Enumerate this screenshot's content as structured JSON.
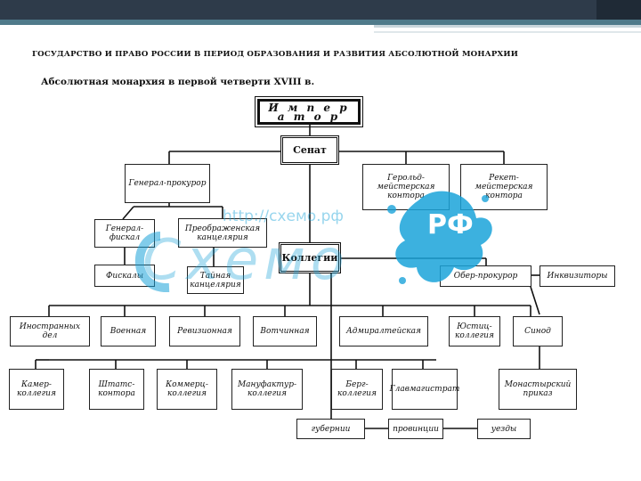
{
  "header": {
    "title": "Государство и право России в период образования и развития абсолютной монархии",
    "subtitle": "Абсолютная монархия в первой четверти XVIII в."
  },
  "nodes": {
    "emperor": "И м п е р а т о р",
    "senate": "Сенат",
    "prosecutor_general": "Генерал-прокурор",
    "heraldmaster": "Герольд-мейстерская контора",
    "reketmeister": "Рекет-мейстерская контора",
    "general_fiscal": "Генерал-фискал",
    "preobrazhensky": "Преображенская канцелярия",
    "kollegii": "Коллегии",
    "fiscals": "Фискалы",
    "secret_chancery": "Тайная канцелярия",
    "ober_prosecutor": "Обер-прокурор",
    "inquisitors": "Инквизиторы",
    "foreign": "Иностранных дел",
    "military": "Военная",
    "revision": "Ревизионная",
    "votchinnaya": "Вотчинная",
    "admiralty": "Адмиралтейская",
    "justice": "Юстиц-коллегия",
    "synod": "Синод",
    "kamer": "Камер-коллегия",
    "shtats": "Штатс-контора",
    "commerce": "Коммерц-коллегия",
    "manufacture": "Мануфактур-коллегия",
    "berg": "Берг-коллегия",
    "glavmagistrat": "Главмагистрат",
    "monastery": "Монастырский приказ",
    "guberniya": "губернии",
    "provinces": "провинции",
    "uezdy": "уезды"
  },
  "watermark": {
    "url": "http://схемо.рф",
    "brand": "Схемо",
    "badge": "РФ",
    "color": "#1aa3d9"
  }
}
